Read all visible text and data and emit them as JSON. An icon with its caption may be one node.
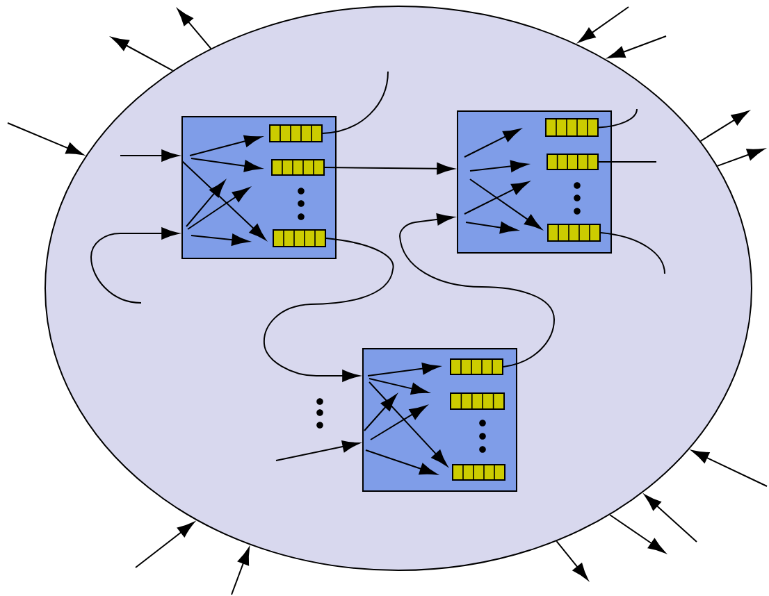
{
  "diagram": {
    "nodes": [
      {
        "text": [],
        "shape": "ellipse"
      },
      {
        "text": [],
        "shape": "box",
        "in": 0
      },
      {
        "text": [],
        "shape": "box",
        "in": 0
      },
      {
        "text": [],
        "shape": "box",
        "in": 0
      },
      {
        "text": [],
        "shape": "bar",
        "in": 1
      },
      {
        "text": [],
        "shape": "bar",
        "in": 1
      },
      {
        "text": [],
        "shape": "bar",
        "in": 1
      },
      {
        "text": [],
        "shape": "bar",
        "in": 2
      },
      {
        "text": [],
        "shape": "bar",
        "in": 2
      },
      {
        "text": [],
        "shape": "bar",
        "in": 2
      },
      {
        "text": [],
        "shape": "bar",
        "in": 3
      },
      {
        "text": [],
        "shape": "bar",
        "in": 3
      },
      {
        "text": [],
        "shape": "bar",
        "in": 3
      }
    ],
    "edges": [
      {
        "from": 5,
        "to": 2,
        "arrow": "to"
      },
      {
        "from": 6,
        "to": 3,
        "arrow": "to"
      },
      {
        "from": 10,
        "to": 2,
        "arrow": "to"
      },
      {
        "from": 4,
        "to": null,
        "arrow": "none"
      },
      {
        "from": 7,
        "to": null,
        "arrow": "none"
      },
      {
        "from": 8,
        "to": null,
        "arrow": "none"
      },
      {
        "from": 9,
        "to": null,
        "arrow": "none"
      },
      {
        "from": null,
        "to": 1,
        "arrow": "to"
      },
      {
        "from": null,
        "to": 1,
        "arrow": "to"
      },
      {
        "from": null,
        "to": 3,
        "arrow": "to"
      },
      {
        "from": 0,
        "to": null,
        "arrow": "to"
      },
      {
        "from": 0,
        "to": null,
        "arrow": "to"
      },
      {
        "from": null,
        "to": 0,
        "arrow": "to"
      },
      {
        "from": null,
        "to": 0,
        "arrow": "to"
      },
      {
        "from": null,
        "to": 0,
        "arrow": "to"
      },
      {
        "from": 0,
        "to": null,
        "arrow": "to"
      },
      {
        "from": 0,
        "to": null,
        "arrow": "to"
      },
      {
        "from": null,
        "to": 0,
        "arrow": "to"
      },
      {
        "from": null,
        "to": 0,
        "arrow": "to"
      },
      {
        "from": 0,
        "to": null,
        "arrow": "to"
      },
      {
        "from": 0,
        "to": null,
        "arrow": "to"
      },
      {
        "from": null,
        "to": 0,
        "arrow": "to"
      },
      {
        "from": null,
        "to": 0,
        "arrow": "to"
      }
    ]
  }
}
